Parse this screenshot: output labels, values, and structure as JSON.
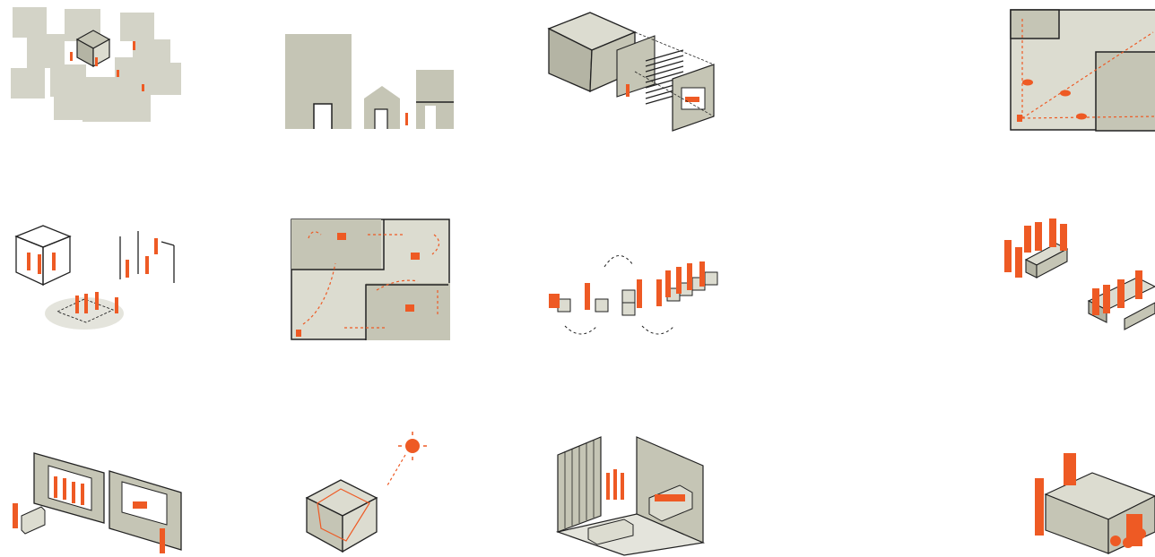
{
  "colors": {
    "accent": "#ee5a24",
    "fill": "#c5c5b5",
    "fill_light": "#dcdcd0",
    "fill_dark": "#b4b4a4",
    "line": "#222222"
  },
  "panels": [
    {
      "id": "cubes-cluster",
      "icon": "scattered-cubes-with-people"
    },
    {
      "id": "building-heights",
      "icon": "building-elevations"
    },
    {
      "id": "layered-screens",
      "icon": "exploded-box-layers"
    },
    {
      "id": "plan-sightlines",
      "icon": "floor-plan-eye-icons"
    },
    {
      "id": "enclosure-types",
      "icon": "open-and-closed-pavilions"
    },
    {
      "id": "circulation-plan",
      "icon": "floor-plan-dashed-paths"
    },
    {
      "id": "modular-seating",
      "icon": "stacking-blocks-with-people"
    },
    {
      "id": "group-benches",
      "icon": "people-at-long-tables"
    },
    {
      "id": "framed-windows",
      "icon": "wall-frames-with-plants"
    },
    {
      "id": "sun-cube",
      "icon": "sun-and-wireframe-cube"
    },
    {
      "id": "room-interior",
      "icon": "room-with-planters"
    },
    {
      "id": "kitchen-counter",
      "icon": "people-at-counter"
    }
  ]
}
